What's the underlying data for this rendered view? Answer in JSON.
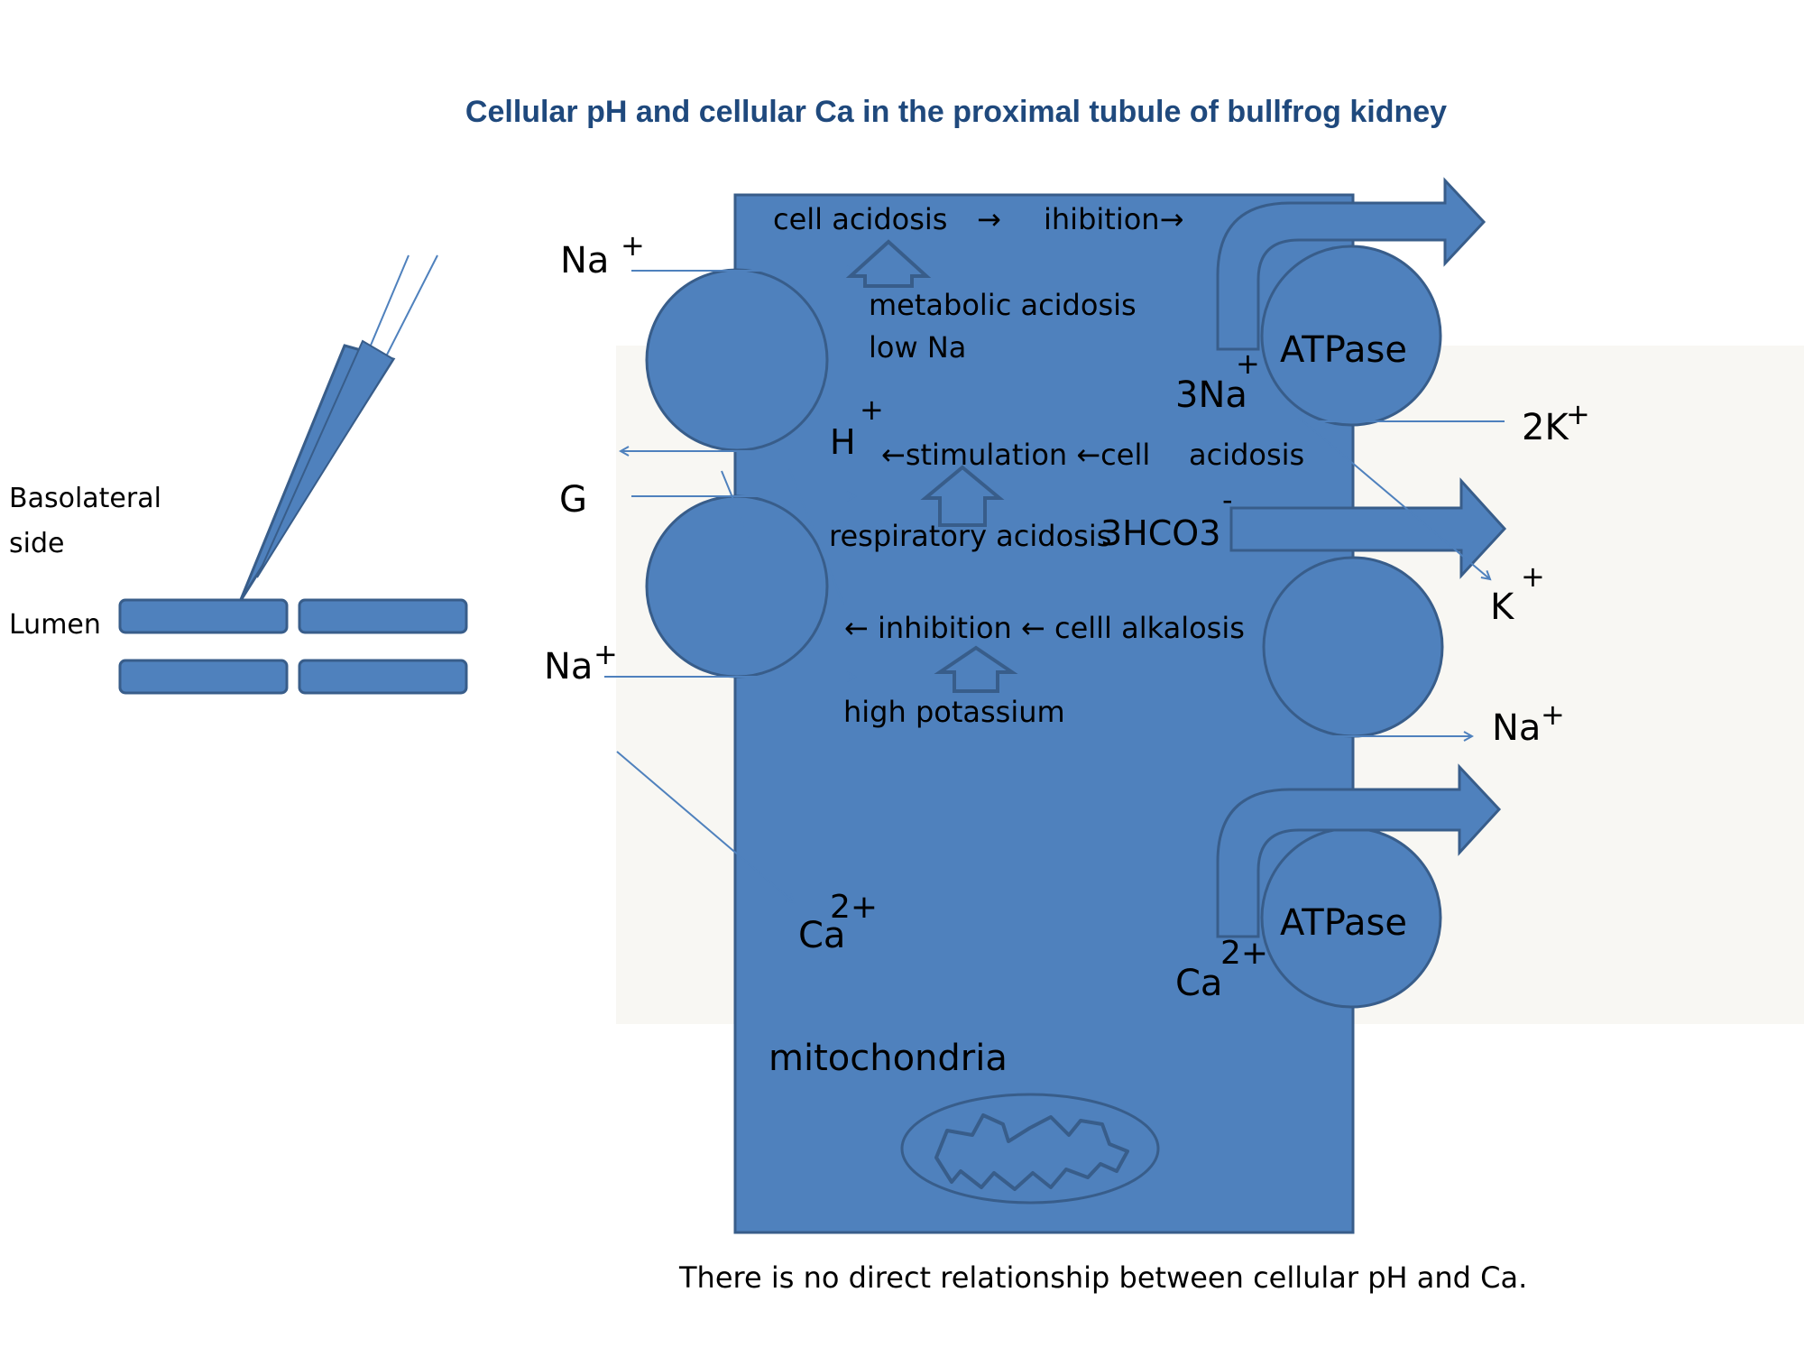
{
  "title": "Cellular pH and cellular Ca in the proximal tubule of bullfrog kidney",
  "colors": {
    "cell_fill": "#4f81bd",
    "cell_stroke": "#385d8a",
    "arrow_line": "#4f81bd",
    "band": "#f8f7f3",
    "title": "#1f497d"
  },
  "side_labels": {
    "basolateral_1": "Basolateral",
    "basolateral_2": "side",
    "lumen": "Lumen"
  },
  "left_ions": {
    "na_top": "Na",
    "na_top_sup": "+",
    "g": "G",
    "na_bottom": "Na",
    "na_bottom_sup": "+"
  },
  "cell_text": {
    "cell_acidosis": "cell acidosis",
    "arrow_right": "→",
    "inhibition_top": "ihibition→",
    "metabolic_acidosis": "metabolic acidosis",
    "low_na": "low Na",
    "h": "H",
    "h_sup": "+",
    "stimulation": "←stimulation ←cell",
    "acidosis": "acidosis",
    "respiratory_acidosis": "respiratory acidosis",
    "hco3": "3HCO3",
    "hco3_sup": "-",
    "inhibition_alkalosis": "← inhibition ← celll alkalosis",
    "high_potassium": "high potassium",
    "ca_inside": "Ca",
    "ca_inside_sup": "2+",
    "mitochondria": "mitochondria"
  },
  "right_labels": {
    "atpase_top": "ATPase",
    "na3": "3Na",
    "na3_sup": "+",
    "k2": "2K",
    "k2_sup": "+",
    "k": "K",
    "k_sup": "+",
    "na_right": "Na",
    "na_right_sup": "+",
    "atpase_bottom": "ATPase",
    "ca_right": "Ca",
    "ca_right_sup": "2+"
  },
  "footer": "There is no direct relationship between cellular pH and Ca."
}
